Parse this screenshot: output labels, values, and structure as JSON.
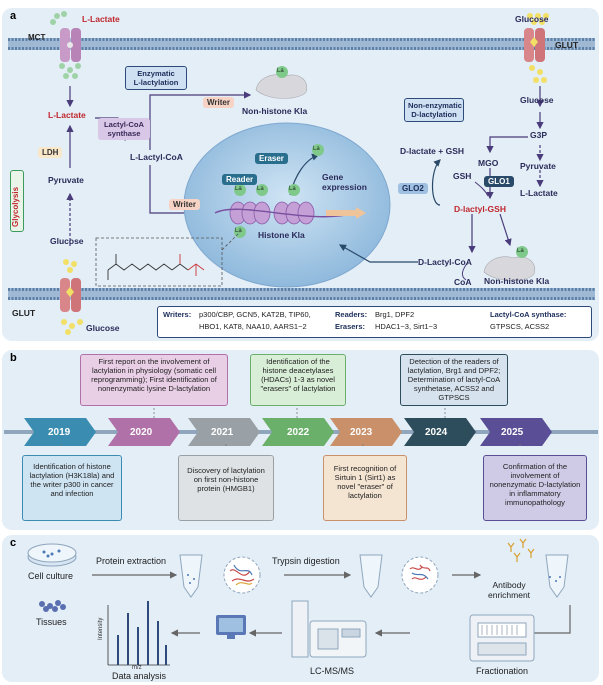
{
  "panel_a": {
    "label": "a",
    "l_lactate_top": "L-Lactate",
    "mct": "MCT",
    "l_lactate_mid": "L-Lactate",
    "ldh": "LDH",
    "pyruvate": "Pyruvate",
    "glycolysis": "Glycolysis",
    "glucose_left": "Glucose",
    "glut_left": "GLUT",
    "glucose_bottom": "Glucose",
    "enzymatic_title": "Enzymatic\nL-lactylation",
    "lactyl_coa_synthase": "Lactyl-CoA\nsynthase",
    "l_lactyl_coa": "L-Lactyl-CoA",
    "writer_top": "Writer",
    "writer_mid": "Writer",
    "non_histone_kla_top": "Non-histone Kla",
    "la": "La",
    "eraser": "Eraser",
    "reader": "Reader",
    "gene_expression": "Gene\nexpression",
    "histone_kla": "Histone Kla",
    "nonenzymatic_title": "Non-enzymatic\nD-lactylation",
    "glucose_right": "Glucose",
    "glut_right": "GLUT",
    "glucose_right_mid": "Glucose",
    "g3p": "G3P",
    "mgo": "MGO",
    "pyruvate_right": "Pyruvate",
    "l_lactate_right": "L-Lactate",
    "d_lactate_gsh": "D-lactate + GSH",
    "gsh": "GSH",
    "glo1": "GLO1",
    "glo2": "GLO2",
    "d_lactyl_gsh": "D-lactyl-GSH",
    "d_lactyl_coa": "D-Lactyl-CoA",
    "coa": "CoA",
    "non_histone_kla_right": "Non-histone Kla",
    "legend": {
      "writers_label": "Writers:",
      "writers_line1": "p300/CBP, GCN5, KAT2B, TIP60,",
      "writers_line2": "HBO1, KAT8, NAA10, AARS1~2",
      "readers_label": "Readers:",
      "readers_value": "Brg1, DPF2",
      "erasers_label": "Erasers:",
      "erasers_value": "HDAC1~3, Sirt1~3",
      "synthase_label": "Lactyl-CoA synthase:",
      "synthase_value": "GTPSCS, ACSS2"
    }
  },
  "panel_b": {
    "label": "b",
    "years": [
      "2019",
      "2020",
      "2021",
      "2022",
      "2023",
      "2024",
      "2025"
    ],
    "top_boxes": [
      "First report on the involvement of lactylation in physiology (somatic cell reprogramming); First identification of nonenzymatic lysine D-lactylation",
      "Identification of the histone deacetylases (HDACs) 1-3 as novel \"erasers\" of lactylation",
      "Detection of the readers of lactylation, Brg1 and DPF2; Determination of lactyl-CoA synthetase, ACSS2 and GTPSCS"
    ],
    "bottom_boxes": [
      "Identification of histone lactylation (H3K18la) and the writer p300 in cancer and infection",
      "Discovery of lactylation on first non-histone protein (HMGB1)",
      "First recognition of Sirtuin 1 (Sirt1) as novel \"eraser\" of lactylation",
      "Confirmation of the involvement of nonenzymatic D-lactylation in inflammatory immunopathology"
    ],
    "colors": [
      "#3a8db0",
      "#b070a8",
      "#9aa1a6",
      "#6ab06a",
      "#c9906a",
      "#2d4d5c",
      "#5a4f96"
    ]
  },
  "panel_c": {
    "label": "c",
    "cell_culture": "Cell culture",
    "tissues": "Tissues",
    "protein_extraction": "Protein extraction",
    "trypsin_digestion": "Trypsin digestion",
    "antibody_enrichment": "Antibody\nenrichment",
    "fractionation": "Fractionation",
    "lcms": "LC-MS/MS",
    "data_analysis": "Data analysis",
    "intensity": "Intensity",
    "mz": "m/z"
  }
}
